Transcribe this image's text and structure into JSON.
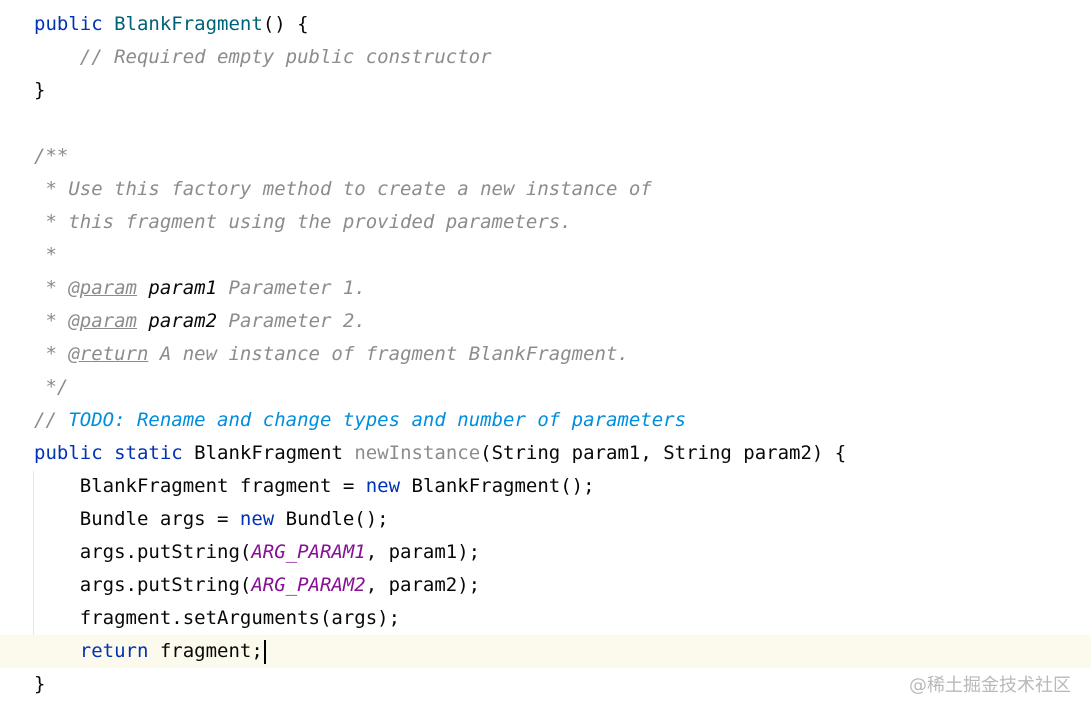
{
  "code": {
    "l1": {
      "kw": "public",
      "name": "BlankFragment",
      "rest": "() {"
    },
    "l2": {
      "comment": "    // Required empty public constructor"
    },
    "l3": {
      "text": "}"
    },
    "l5": {
      "text": "/**"
    },
    "l6": {
      "text": " * Use this factory method to create a new instance of"
    },
    "l7": {
      "text": " * this fragment using the provided parameters."
    },
    "l8": {
      "text": " *"
    },
    "l9": {
      "prefix": " * ",
      "tag": "@param",
      "sp": " ",
      "name": "param1",
      "desc": " Parameter 1."
    },
    "l10": {
      "prefix": " * ",
      "tag": "@param",
      "sp": " ",
      "name": "param2",
      "desc": " Parameter 2."
    },
    "l11": {
      "prefix": " * ",
      "tag": "@return",
      "desc": " A new instance of fragment BlankFragment."
    },
    "l12": {
      "text": " */"
    },
    "l13": {
      "prefix": "// ",
      "todo": "TODO: Rename and change types and number of parameters"
    },
    "l14": {
      "kw1": "public",
      "kw2": "static",
      "type": " BlankFragment ",
      "method": "newInstance",
      "params": "(String param1, String param2) {"
    },
    "l15": {
      "a": "    BlankFragment fragment = ",
      "kw": "new",
      "b": " BlankFragment();"
    },
    "l16": {
      "a": "    Bundle args = ",
      "kw": "new",
      "b": " Bundle();"
    },
    "l17": {
      "a": "    args.putString(",
      "const": "ARG_PARAM1",
      "b": ", param1);"
    },
    "l18": {
      "a": "    args.putString(",
      "const": "ARG_PARAM2",
      "b": ", param2);"
    },
    "l19": {
      "text": "    fragment.setArguments(args);"
    },
    "l20": {
      "pad": "    ",
      "kw": "return",
      "b": " fragment;"
    },
    "l21": {
      "text": "}"
    }
  },
  "watermark": "@稀土掘金技术社区",
  "colors": {
    "keyword": "#0033b3",
    "function_declaration": "#00627a",
    "comment": "#8c8c8c",
    "todo": "#008dde",
    "constant": "#871094",
    "caret_line_background": "#fcfaed"
  }
}
